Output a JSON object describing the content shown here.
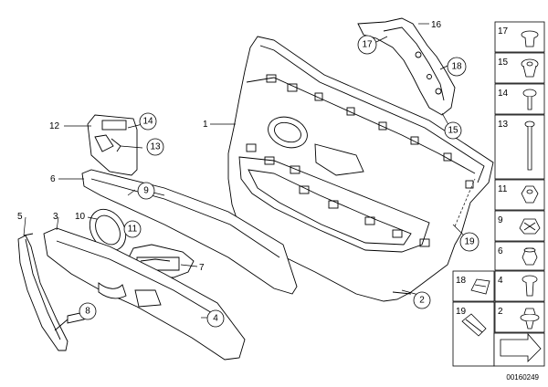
{
  "diagram": {
    "reference": "00160249",
    "parts": {
      "p1": "1",
      "p2": "2",
      "p3": "3",
      "p4": "4",
      "p5": "5",
      "p6": "6",
      "p7": "7",
      "p8": "8",
      "p9": "9",
      "p10": "10",
      "p11": "11",
      "p12": "12",
      "p13": "13",
      "p14": "14",
      "p15": "15",
      "p16": "16",
      "p17": "17",
      "p18": "18",
      "p19": "19"
    },
    "sidebar": [
      "17",
      "15",
      "14",
      "13",
      "11",
      "9",
      "6",
      "4",
      "2"
    ],
    "sidebar_bottom_left": [
      "18",
      "19"
    ]
  },
  "colors": {
    "line": "#000000",
    "background": "#ffffff"
  }
}
